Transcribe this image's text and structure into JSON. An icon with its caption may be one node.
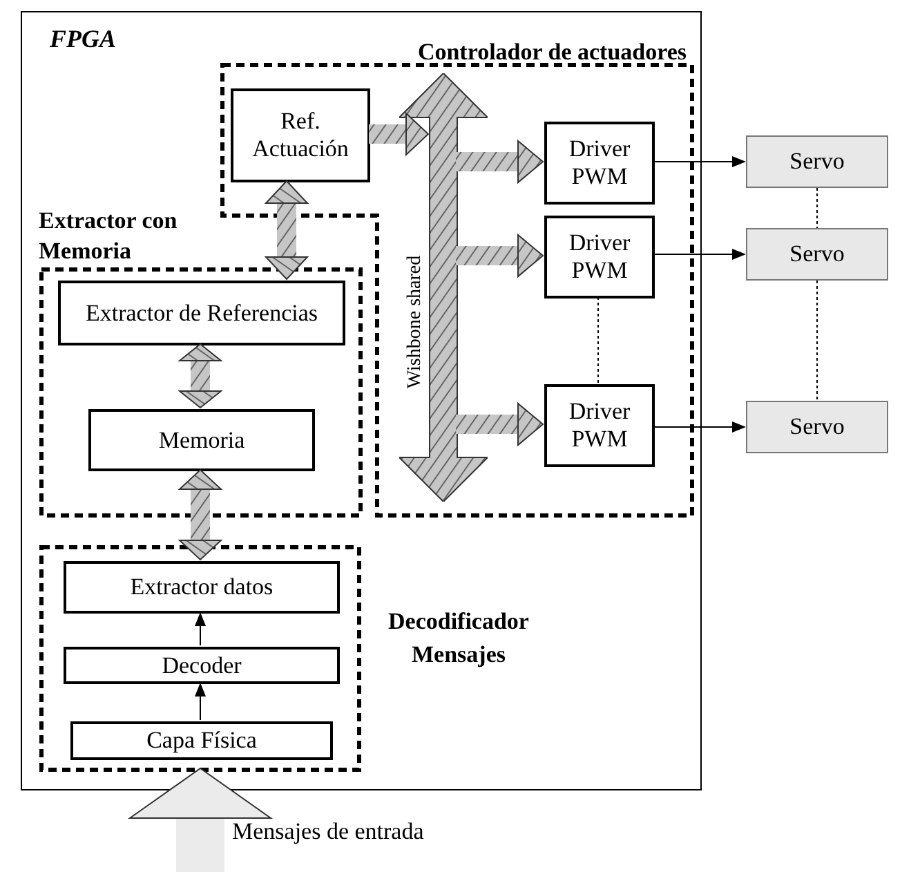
{
  "diagram": {
    "nodes": [
      {
        "text": [
          "FPGA"
        ]
      },
      {
        "text": [
          "Controlador de actuadores"
        ],
        "in": 0
      },
      {
        "text": [
          "Ref. Actuación"
        ],
        "in": 1
      },
      {
        "text": [
          "Wishbone shared"
        ],
        "in": 1
      },
      {
        "text": [
          "Driver PWM"
        ],
        "in": 1
      },
      {
        "text": [
          "Driver PWM"
        ],
        "in": 1
      },
      {
        "text": [
          "Driver PWM"
        ],
        "in": 1
      },
      {
        "text": [
          "Servo"
        ]
      },
      {
        "text": [
          "Servo"
        ]
      },
      {
        "text": [
          "Servo"
        ]
      },
      {
        "text": [
          "Extractor con Memoria"
        ],
        "in": 0
      },
      {
        "text": [
          "Extractor de Referencias"
        ],
        "in": 10
      },
      {
        "text": [
          "Memoria"
        ],
        "in": 10
      },
      {
        "text": [
          "Decodificador Mensajes"
        ],
        "in": 0
      },
      {
        "text": [
          "Extractor datos"
        ],
        "in": 13
      },
      {
        "text": [
          "Decoder"
        ],
        "in": 13
      },
      {
        "text": [
          "Capa Física"
        ],
        "in": 13
      }
    ],
    "edges": [
      {
        "from": 2,
        "to": 3,
        "arrow": "to",
        "style": "thick"
      },
      {
        "from": 3,
        "to": 4,
        "arrow": "to",
        "style": "thick"
      },
      {
        "from": 3,
        "to": 5,
        "arrow": "to",
        "style": "thick"
      },
      {
        "from": 3,
        "to": 6,
        "arrow": "to",
        "style": "thick"
      },
      {
        "from": 2,
        "to": 11,
        "arrow": "both",
        "style": "thick"
      },
      {
        "from": 11,
        "to": 12,
        "arrow": "both",
        "style": "thick"
      },
      {
        "from": 12,
        "to": 14,
        "arrow": "both",
        "style": "thick"
      },
      {
        "from": 15,
        "to": 14,
        "arrow": "to"
      },
      {
        "from": 16,
        "to": 15,
        "arrow": "to"
      },
      {
        "from": 4,
        "to": 7,
        "arrow": "to"
      },
      {
        "from": 5,
        "to": 8,
        "arrow": "to"
      },
      {
        "from": 6,
        "to": 9,
        "arrow": "to"
      },
      {
        "from": 5,
        "to": 6,
        "arrow": "none",
        "style": "dashed"
      },
      {
        "from": 7,
        "to": 8,
        "arrow": "none",
        "style": "dashed"
      },
      {
        "from": 8,
        "to": 9,
        "arrow": "none",
        "style": "dashed"
      },
      {
        "from": null,
        "to": 13,
        "arrow": "to",
        "style": "thick",
        "color": "#ebebeb",
        "label": "Mensajes de entrada"
      }
    ]
  }
}
